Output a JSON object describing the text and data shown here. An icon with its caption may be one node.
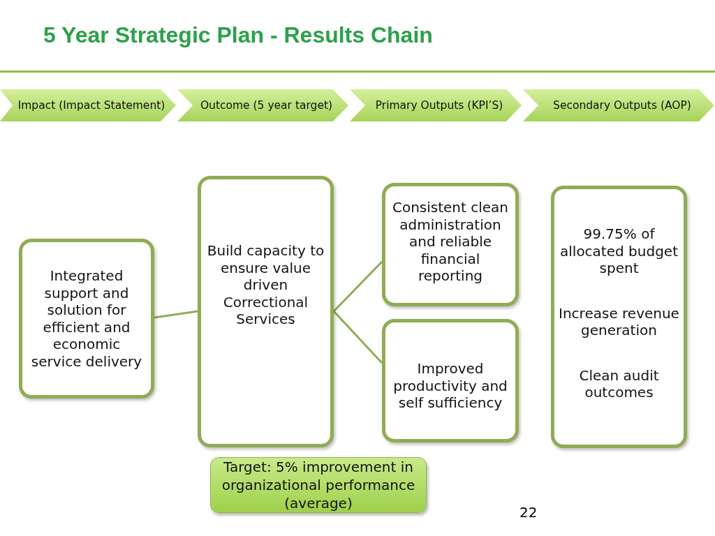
{
  "diagram": {
    "title": "5 Year Strategic Plan - Results Chain",
    "nodes": [
      {
        "text": [
          "Impact (Impact Statement)"
        ]
      },
      {
        "text": [
          "Outcome (5 year target)"
        ]
      },
      {
        "text": [
          "Primary Outputs (KPI’S)"
        ]
      },
      {
        "text": [
          "Secondary Outputs (AOP)"
        ]
      },
      {
        "text": [
          "Integrated support and solution for efficient  and economic service delivery"
        ]
      },
      {
        "text": [
          "Build capacity to ensure value driven Correctional Services"
        ]
      },
      {
        "text": [
          "Consistent clean administration and reliable financial reporting"
        ]
      },
      {
        "text": [
          "Improved productivity and self sufficiency"
        ]
      },
      {
        "text": [
          "99.75% of allocated budget spent",
          "Increase revenue generation",
          "Clean audit outcomes"
        ]
      },
      {
        "text": [
          "Target: 5% improvement in organizational performance (average)"
        ]
      }
    ],
    "edges": [
      {
        "from": 4,
        "to": 5,
        "arrow": "none"
      },
      {
        "from": 5,
        "to": 6,
        "arrow": "none"
      },
      {
        "from": 5,
        "to": 7,
        "arrow": "none"
      }
    ],
    "labels": [
      "22"
    ]
  }
}
